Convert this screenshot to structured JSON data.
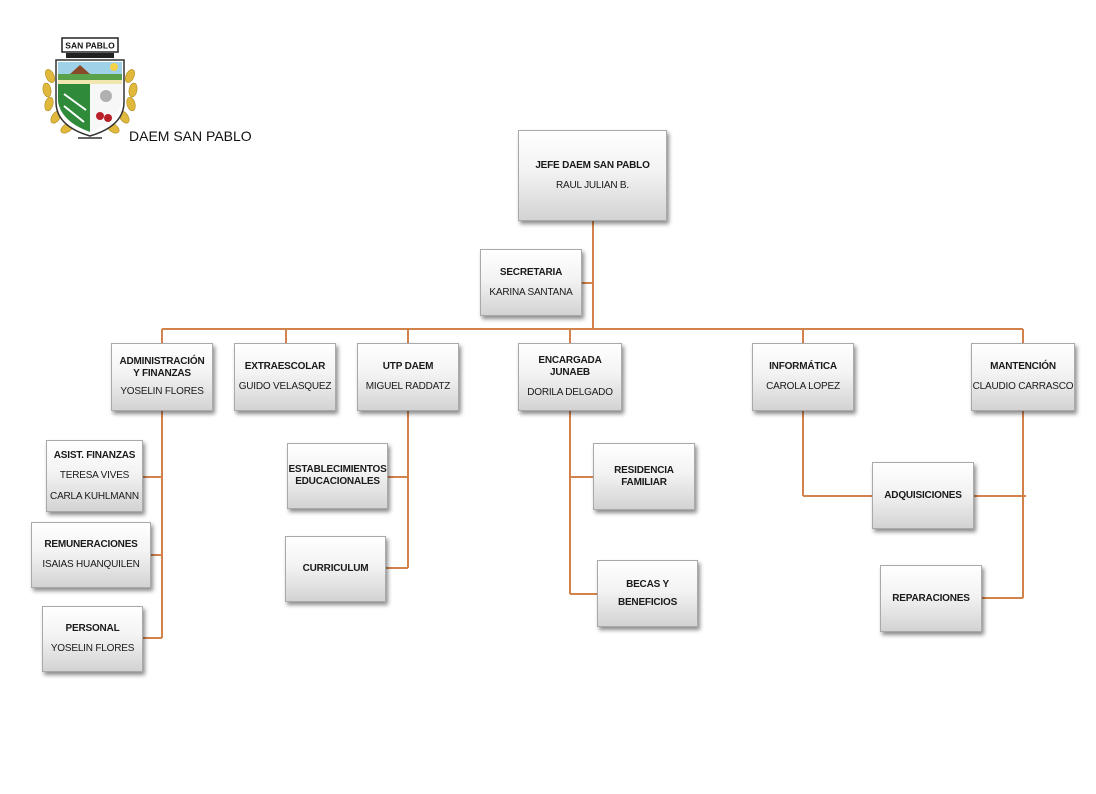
{
  "header": {
    "org_name": "DAEM SAN PABLO",
    "logo_text": "SAN PABLO"
  },
  "colors": {
    "connector": "#d2824b"
  },
  "chart": {
    "chief": {
      "title": "JEFE DAEM SAN PABLO",
      "name": "RAUL JULIAN B."
    },
    "secretary": {
      "title": "SECRETARIA",
      "name": "KARINA SANTANA"
    },
    "admin": {
      "title": "ADMINISTRACIÓN Y FINANZAS",
      "name": "YOSELIN FLORES"
    },
    "extraescolar": {
      "title": "EXTRAESCOLAR",
      "name": "GUIDO VELASQUEZ"
    },
    "utp": {
      "title": "UTP DAEM",
      "name": "MIGUEL RADDATZ"
    },
    "junaeb": {
      "title": "ENCARGADA JUNAEB",
      "name": "DORILA DELGADO"
    },
    "informatica": {
      "title": "INFORMÁTICA",
      "name": "CAROLA LOPEZ"
    },
    "mantencion": {
      "title": "MANTENCIÓN",
      "name": "CLAUDIO CARRASCO"
    },
    "asist_finanzas": {
      "title": "ASIST. FINANZAS",
      "names": [
        "TERESA VIVES",
        "CARLA KUHLMANN"
      ]
    },
    "remuneraciones": {
      "title": "REMUNERACIONES",
      "name": "ISAIAS HUANQUILEN"
    },
    "personal": {
      "title": "PERSONAL",
      "name": "YOSELIN FLORES"
    },
    "establecimientos": {
      "title": "ESTABLECIMIENTOS EDUCACIONALES"
    },
    "curriculum": {
      "title": "CURRICULUM"
    },
    "residencia": {
      "title": "RESIDENCIA FAMILIAR"
    },
    "becas": {
      "title": "BECAS Y BENEFICIOS"
    },
    "adquisiciones": {
      "title": "ADQUISICIONES"
    },
    "reparaciones": {
      "title": "REPARACIONES"
    }
  }
}
